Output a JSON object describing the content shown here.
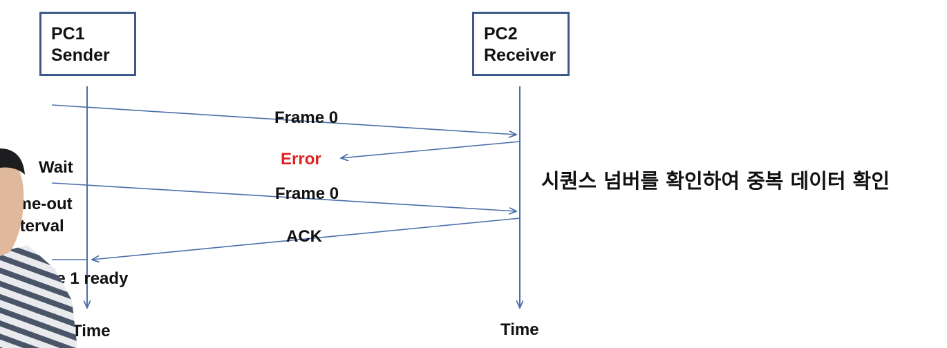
{
  "nodes": {
    "pc1": {
      "line1": "PC1",
      "line2": "Sender"
    },
    "pc2": {
      "line1": "PC2",
      "line2": "Receiver"
    }
  },
  "timeline": {
    "left_label": "Time",
    "right_label": "Time"
  },
  "messages": {
    "frame0_first": "Frame 0",
    "error": "Error",
    "frame0_second": "Frame 0",
    "ack": "ACK"
  },
  "sender_notes": {
    "wait": "Wait",
    "timeout_line1": "ime-out",
    "timeout_line2": "nterval",
    "ready": "me 1 ready"
  },
  "caption": "시퀀스 넘버를 확인하여 중복 데이터 확인",
  "colors": {
    "arrow": "#4a6fa8",
    "box_border": "#3b5a88",
    "error": "#e02020"
  }
}
